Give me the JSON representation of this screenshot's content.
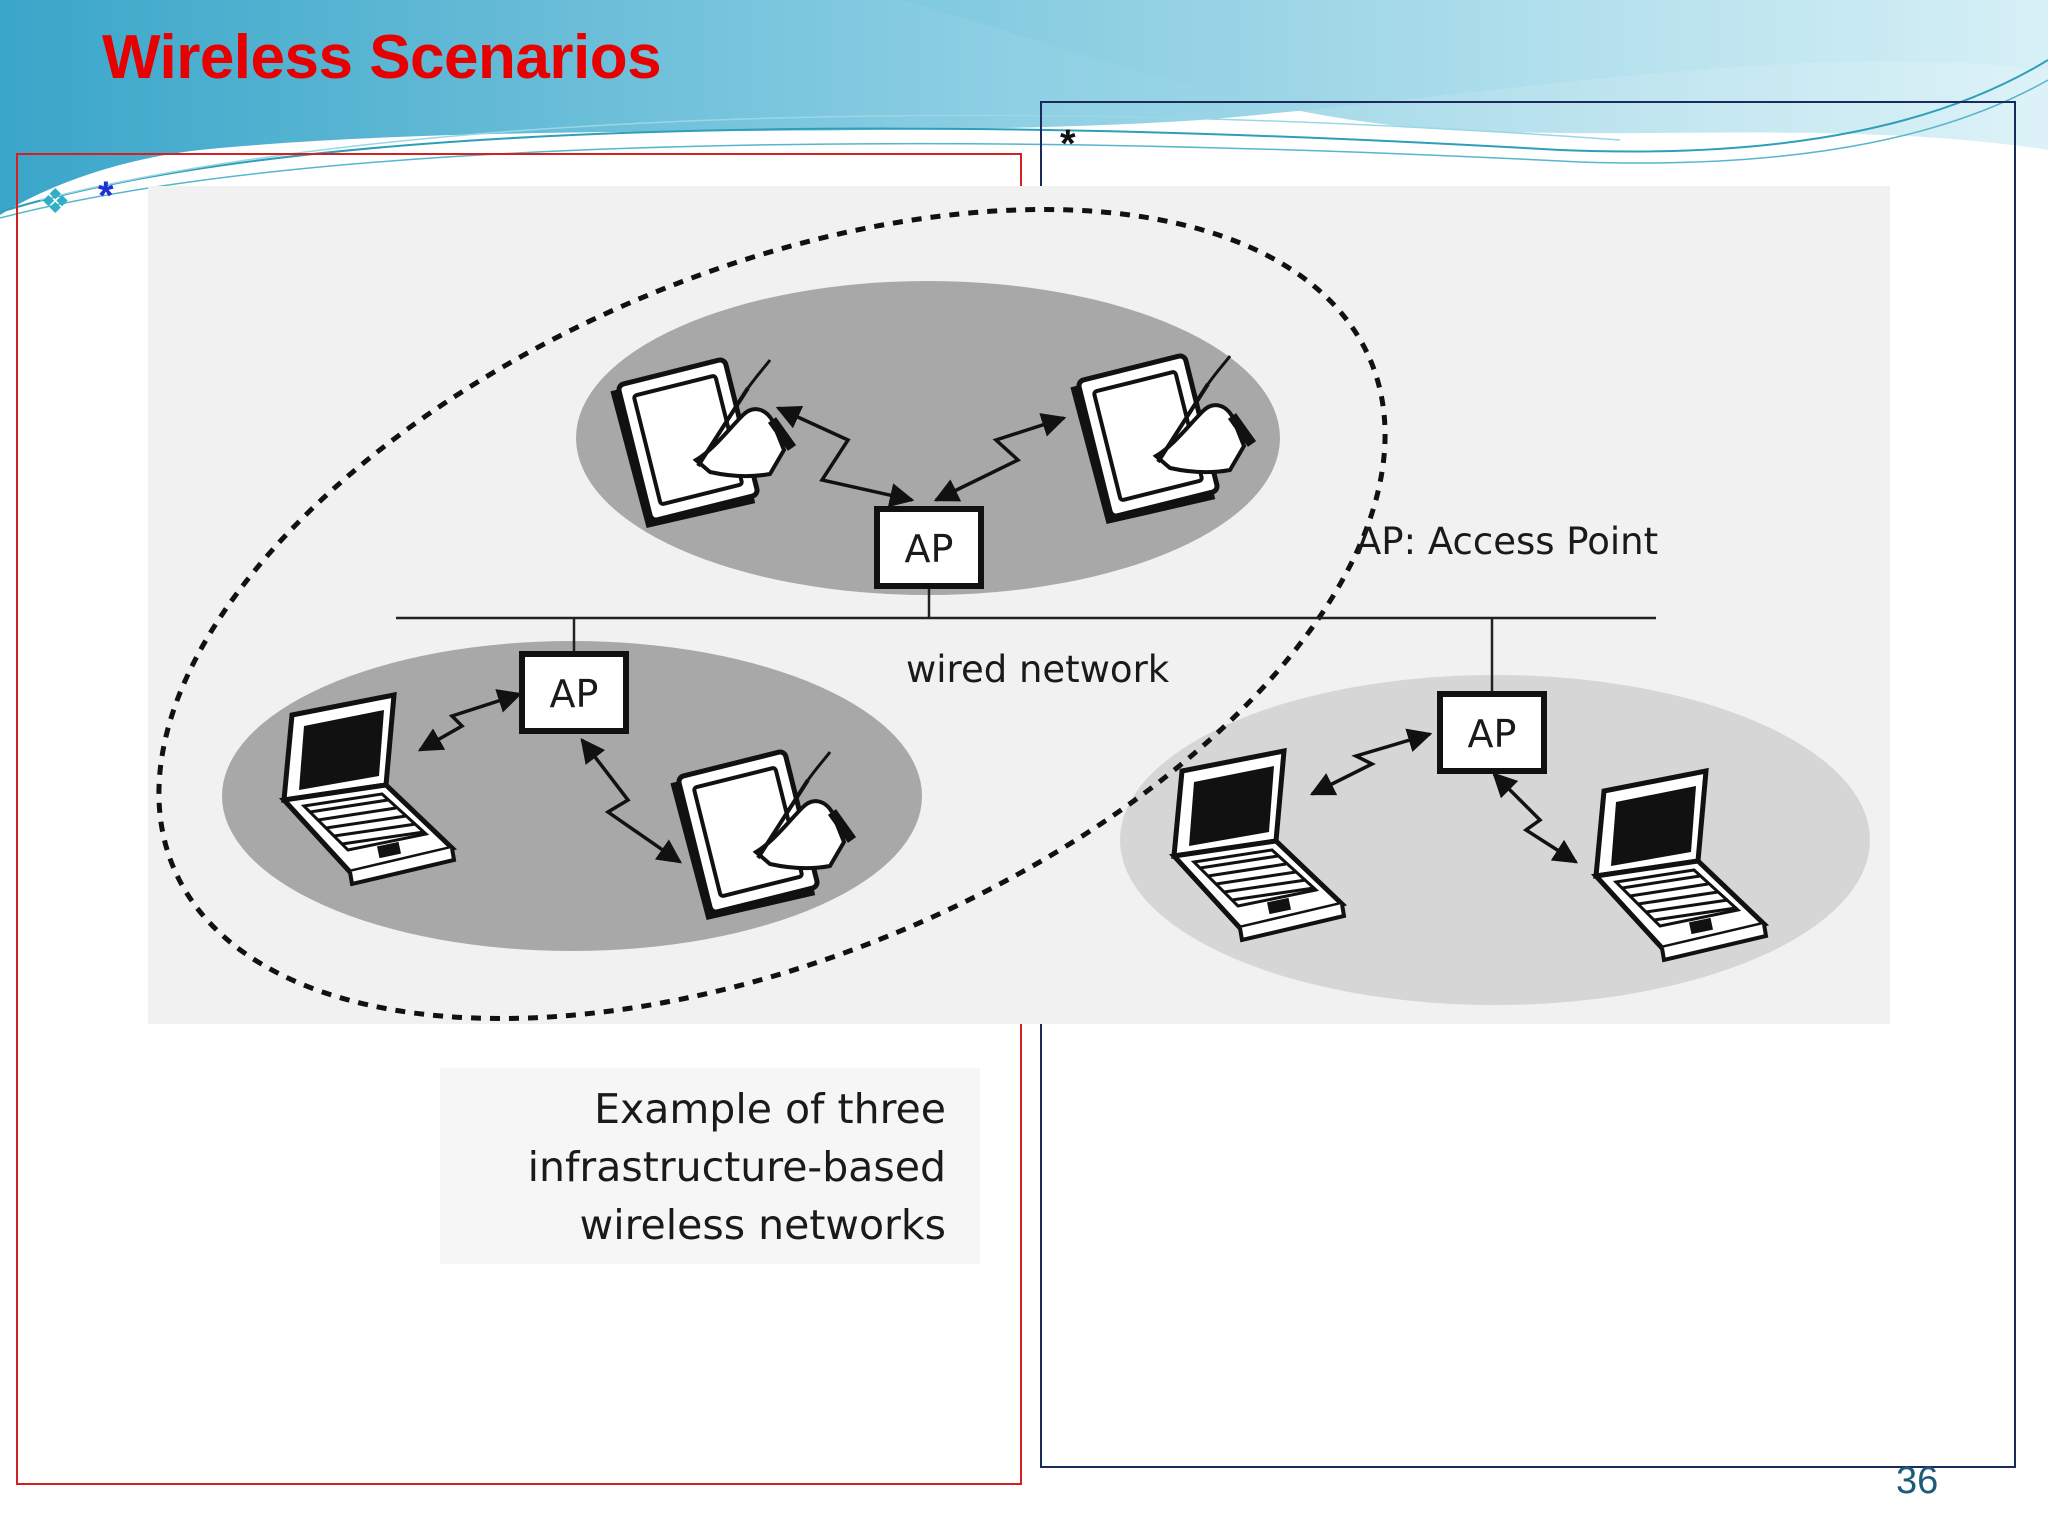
{
  "slide": {
    "title": "Wireless Scenarios",
    "bullets": {
      "left_marker": "*",
      "right_marker": "*"
    },
    "page_number": "36"
  },
  "diagram": {
    "ap_label": "AP",
    "legend": "AP: Access Point",
    "wired_label": "wired network",
    "caption": [
      "Example of three",
      "infrastructure-based",
      "wireless networks"
    ]
  },
  "colors": {
    "title": "#e60000",
    "left_frame": "#d32020",
    "right_frame": "#1a2a5a",
    "cell_dark": "#a8a8a8",
    "cell_light": "#d6d6d6",
    "page_number": "#1f5a7a"
  }
}
